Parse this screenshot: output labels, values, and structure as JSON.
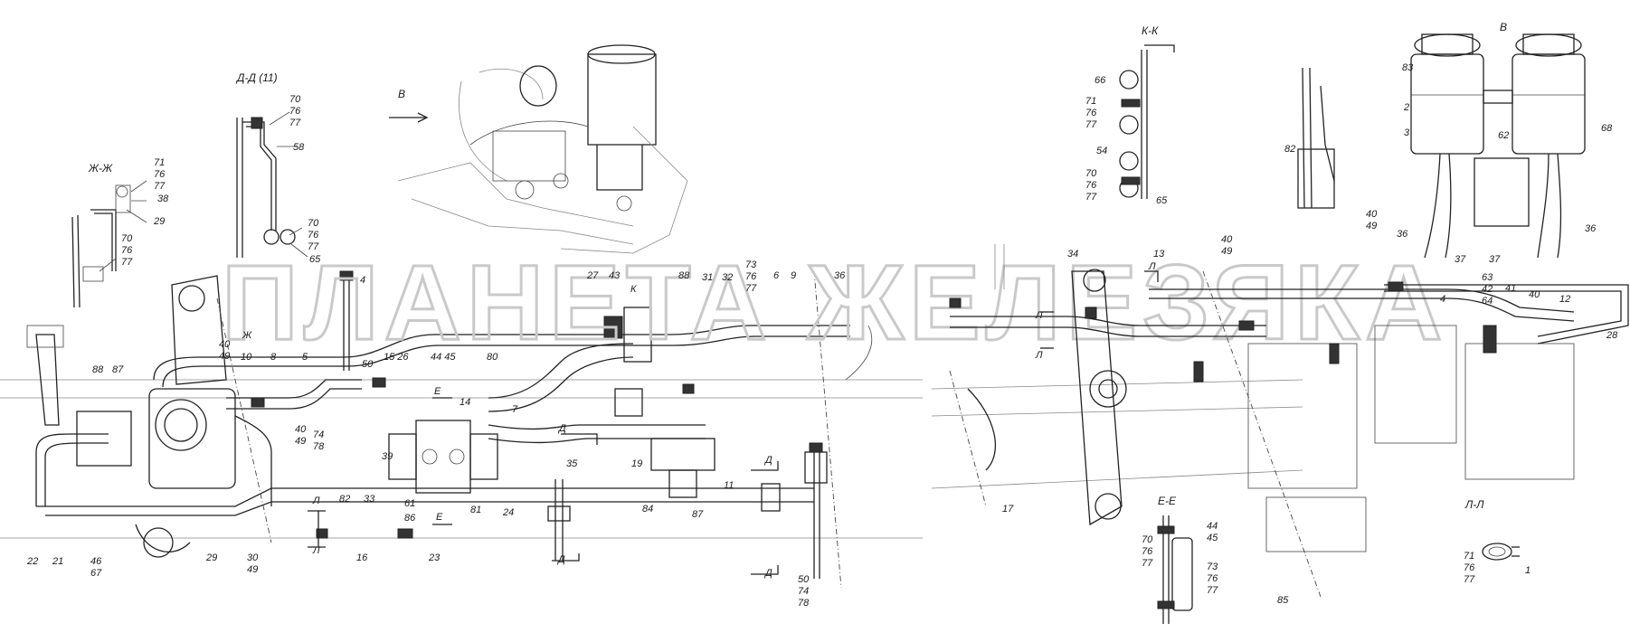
{
  "watermark": "ПЛАНЕТА ЖЕЛЕЗЯКА",
  "section_titles": {
    "zh": "Ж-Ж",
    "d11": "Д-Д (11)",
    "k": "К-К",
    "v": "В",
    "v_arrow": "В",
    "e": "Е-Е",
    "l": "Л-Л"
  },
  "callouts": [
    {
      "id": "zh_71_76_77",
      "lines": [
        "71",
        "76",
        "77"
      ]
    },
    {
      "id": "zh_38",
      "lines": [
        "38"
      ]
    },
    {
      "id": "zh_29",
      "lines": [
        "29"
      ]
    },
    {
      "id": "zh_70_76_77",
      "lines": [
        "70",
        "76",
        "77"
      ]
    },
    {
      "id": "d_70_76_77_top",
      "lines": [
        "70",
        "76",
        "77"
      ]
    },
    {
      "id": "d_58",
      "lines": [
        "58"
      ]
    },
    {
      "id": "d_70_76_77_bot",
      "lines": [
        "70",
        "76",
        "77"
      ]
    },
    {
      "id": "d_65",
      "lines": [
        "65"
      ]
    },
    {
      "id": "k_66",
      "lines": [
        "66"
      ]
    },
    {
      "id": "k_71_76_77",
      "lines": [
        "71",
        "76",
        "77"
      ]
    },
    {
      "id": "k_54",
      "lines": [
        "54"
      ]
    },
    {
      "id": "k_70_76_77",
      "lines": [
        "70",
        "76",
        "77"
      ]
    },
    {
      "id": "k_65",
      "lines": [
        "65"
      ]
    },
    {
      "id": "v_82",
      "lines": [
        "82"
      ]
    },
    {
      "id": "v_83",
      "lines": [
        "83"
      ]
    },
    {
      "id": "v_2",
      "lines": [
        "2"
      ]
    },
    {
      "id": "v_3",
      "lines": [
        "3"
      ]
    },
    {
      "id": "v_62",
      "lines": [
        "62"
      ]
    },
    {
      "id": "v_68",
      "lines": [
        "68"
      ]
    },
    {
      "id": "v_36a",
      "lines": [
        "36"
      ]
    },
    {
      "id": "v_37a",
      "lines": [
        "37"
      ]
    },
    {
      "id": "v_37b",
      "lines": [
        "37"
      ]
    },
    {
      "id": "v_36b",
      "lines": [
        "36"
      ]
    },
    {
      "id": "m_4",
      "lines": [
        "4"
      ]
    },
    {
      "id": "m_40_49_a",
      "lines": [
        "40",
        "49"
      ]
    },
    {
      "id": "m_zh1",
      "lines": [
        "Ж"
      ]
    },
    {
      "id": "m_10",
      "lines": [
        "10"
      ]
    },
    {
      "id": "m_8",
      "lines": [
        "8"
      ]
    },
    {
      "id": "m_5",
      "lines": [
        "5"
      ]
    },
    {
      "id": "m_50a",
      "lines": [
        "50"
      ]
    },
    {
      "id": "m_15_26",
      "lines": [
        "15 26"
      ]
    },
    {
      "id": "m_44_45",
      "lines": [
        "44 45"
      ]
    },
    {
      "id": "m_80",
      "lines": [
        "80"
      ]
    },
    {
      "id": "m_27",
      "lines": [
        "27"
      ]
    },
    {
      "id": "m_43",
      "lines": [
        "43"
      ]
    },
    {
      "id": "m_K",
      "lines": [
        "К"
      ]
    },
    {
      "id": "m_88a",
      "lines": [
        "88"
      ]
    },
    {
      "id": "m_31",
      "lines": [
        "31"
      ]
    },
    {
      "id": "m_32",
      "lines": [
        "32"
      ]
    },
    {
      "id": "m_73_76_77",
      "lines": [
        "73",
        "76",
        "77"
      ]
    },
    {
      "id": "m_6",
      "lines": [
        "6"
      ]
    },
    {
      "id": "m_9",
      "lines": [
        "9"
      ]
    },
    {
      "id": "m_36",
      "lines": [
        "36"
      ]
    },
    {
      "id": "m_88b",
      "lines": [
        "88"
      ]
    },
    {
      "id": "m_87a",
      "lines": [
        "87"
      ]
    },
    {
      "id": "m_40_49_b",
      "lines": [
        "40",
        "49"
      ]
    },
    {
      "id": "m_74_78",
      "lines": [
        "74",
        "78"
      ]
    },
    {
      "id": "m_E1",
      "lines": [
        "Е"
      ]
    },
    {
      "id": "m_14",
      "lines": [
        "14"
      ]
    },
    {
      "id": "m_7",
      "lines": [
        "7"
      ]
    },
    {
      "id": "m_D1",
      "lines": [
        "Д"
      ]
    },
    {
      "id": "m_39",
      "lines": [
        "39"
      ]
    },
    {
      "id": "m_35",
      "lines": [
        "35"
      ]
    },
    {
      "id": "m_19",
      "lines": [
        "19"
      ]
    },
    {
      "id": "m_84",
      "lines": [
        "84"
      ]
    },
    {
      "id": "m_87b",
      "lines": [
        "87"
      ]
    },
    {
      "id": "m_11",
      "lines": [
        "11"
      ]
    },
    {
      "id": "m_D2",
      "lines": [
        "Д"
      ]
    },
    {
      "id": "m_82",
      "lines": [
        "82"
      ]
    },
    {
      "id": "m_33",
      "lines": [
        "33"
      ]
    },
    {
      "id": "m_61",
      "lines": [
        "61"
      ]
    },
    {
      "id": "m_86",
      "lines": [
        "86"
      ]
    },
    {
      "id": "m_E2",
      "lines": [
        "Е"
      ]
    },
    {
      "id": "m_81",
      "lines": [
        "81"
      ]
    },
    {
      "id": "m_24",
      "lines": [
        "24"
      ]
    },
    {
      "id": "m_L1",
      "lines": [
        "Л"
      ]
    },
    {
      "id": "m_L2",
      "lines": [
        "Л"
      ]
    },
    {
      "id": "m_16",
      "lines": [
        "16"
      ]
    },
    {
      "id": "m_23",
      "lines": [
        "23"
      ]
    },
    {
      "id": "m_22",
      "lines": [
        "22"
      ]
    },
    {
      "id": "m_21",
      "lines": [
        "21"
      ]
    },
    {
      "id": "m_46_67",
      "lines": [
        "46",
        "67"
      ]
    },
    {
      "id": "m_29",
      "lines": [
        "29"
      ]
    },
    {
      "id": "m_30_49",
      "lines": [
        "30",
        "49"
      ]
    },
    {
      "id": "m_D3",
      "lines": [
        "Д"
      ]
    },
    {
      "id": "m_D4",
      "lines": [
        "Д"
      ]
    },
    {
      "id": "m_50_74_78",
      "lines": [
        "50",
        "74",
        "78"
      ]
    },
    {
      "id": "r_34",
      "lines": [
        "34"
      ]
    },
    {
      "id": "r_13",
      "lines": [
        "13"
      ]
    },
    {
      "id": "r_40_49_a",
      "lines": [
        "40",
        "49"
      ]
    },
    {
      "id": "r_L1",
      "lines": [
        "Л"
      ]
    },
    {
      "id": "r_L2",
      "lines": [
        "Л"
      ]
    },
    {
      "id": "r_L3",
      "lines": [
        "Л"
      ]
    },
    {
      "id": "r_40_49_b",
      "lines": [
        "40",
        "49"
      ]
    },
    {
      "id": "r_4",
      "lines": [
        "4"
      ]
    },
    {
      "id": "r_63_42_64",
      "lines": [
        "63",
        "42",
        "64"
      ]
    },
    {
      "id": "r_41",
      "lines": [
        "41"
      ]
    },
    {
      "id": "r_40",
      "lines": [
        "40"
      ]
    },
    {
      "id": "r_12",
      "lines": [
        "12"
      ]
    },
    {
      "id": "r_28",
      "lines": [
        "28"
      ]
    },
    {
      "id": "r_17",
      "lines": [
        "17"
      ]
    },
    {
      "id": "r_85",
      "lines": [
        "85"
      ]
    },
    {
      "id": "e_70_76_77",
      "lines": [
        "70",
        "76",
        "77"
      ]
    },
    {
      "id": "e_44_45",
      "lines": [
        "44",
        "45"
      ]
    },
    {
      "id": "e_73_76_77",
      "lines": [
        "73",
        "76",
        "77"
      ]
    },
    {
      "id": "l_71_76_77",
      "lines": [
        "71",
        "76",
        "77"
      ]
    },
    {
      "id": "l_1",
      "lines": [
        "1"
      ]
    }
  ]
}
